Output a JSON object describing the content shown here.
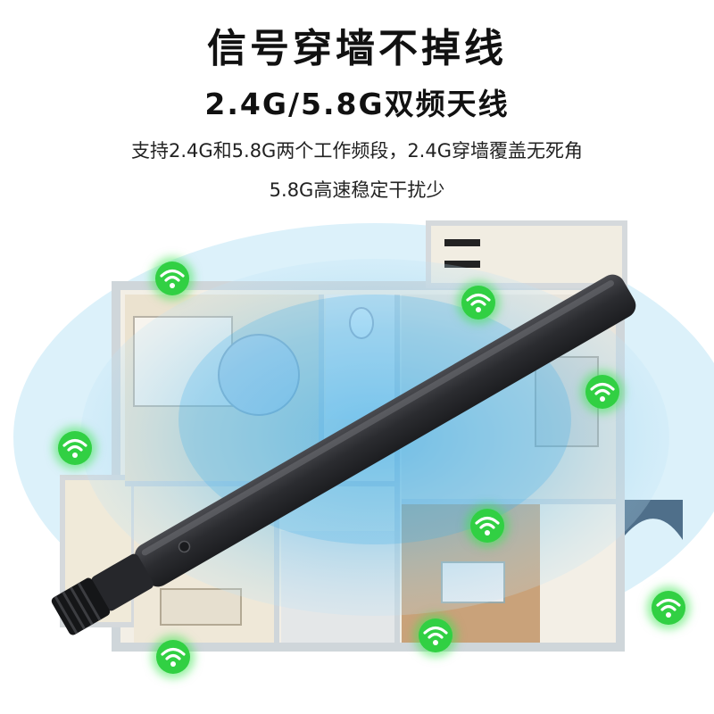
{
  "headline": "信号穿墙不掉线",
  "subheadline": "2.4G/5.8G双频天线",
  "description": {
    "line1": "支持2.4G和5.8G两个工作频段，2.4G穿墙覆盖无死角",
    "line2": "5.8G高速稳定干扰少"
  },
  "colors": {
    "signal_icon": "#31d043",
    "coverage": "#7fc8ec",
    "antenna": "#2e2f33",
    "headline": "#111111"
  },
  "icons": [
    "wifi-signal-icon"
  ]
}
